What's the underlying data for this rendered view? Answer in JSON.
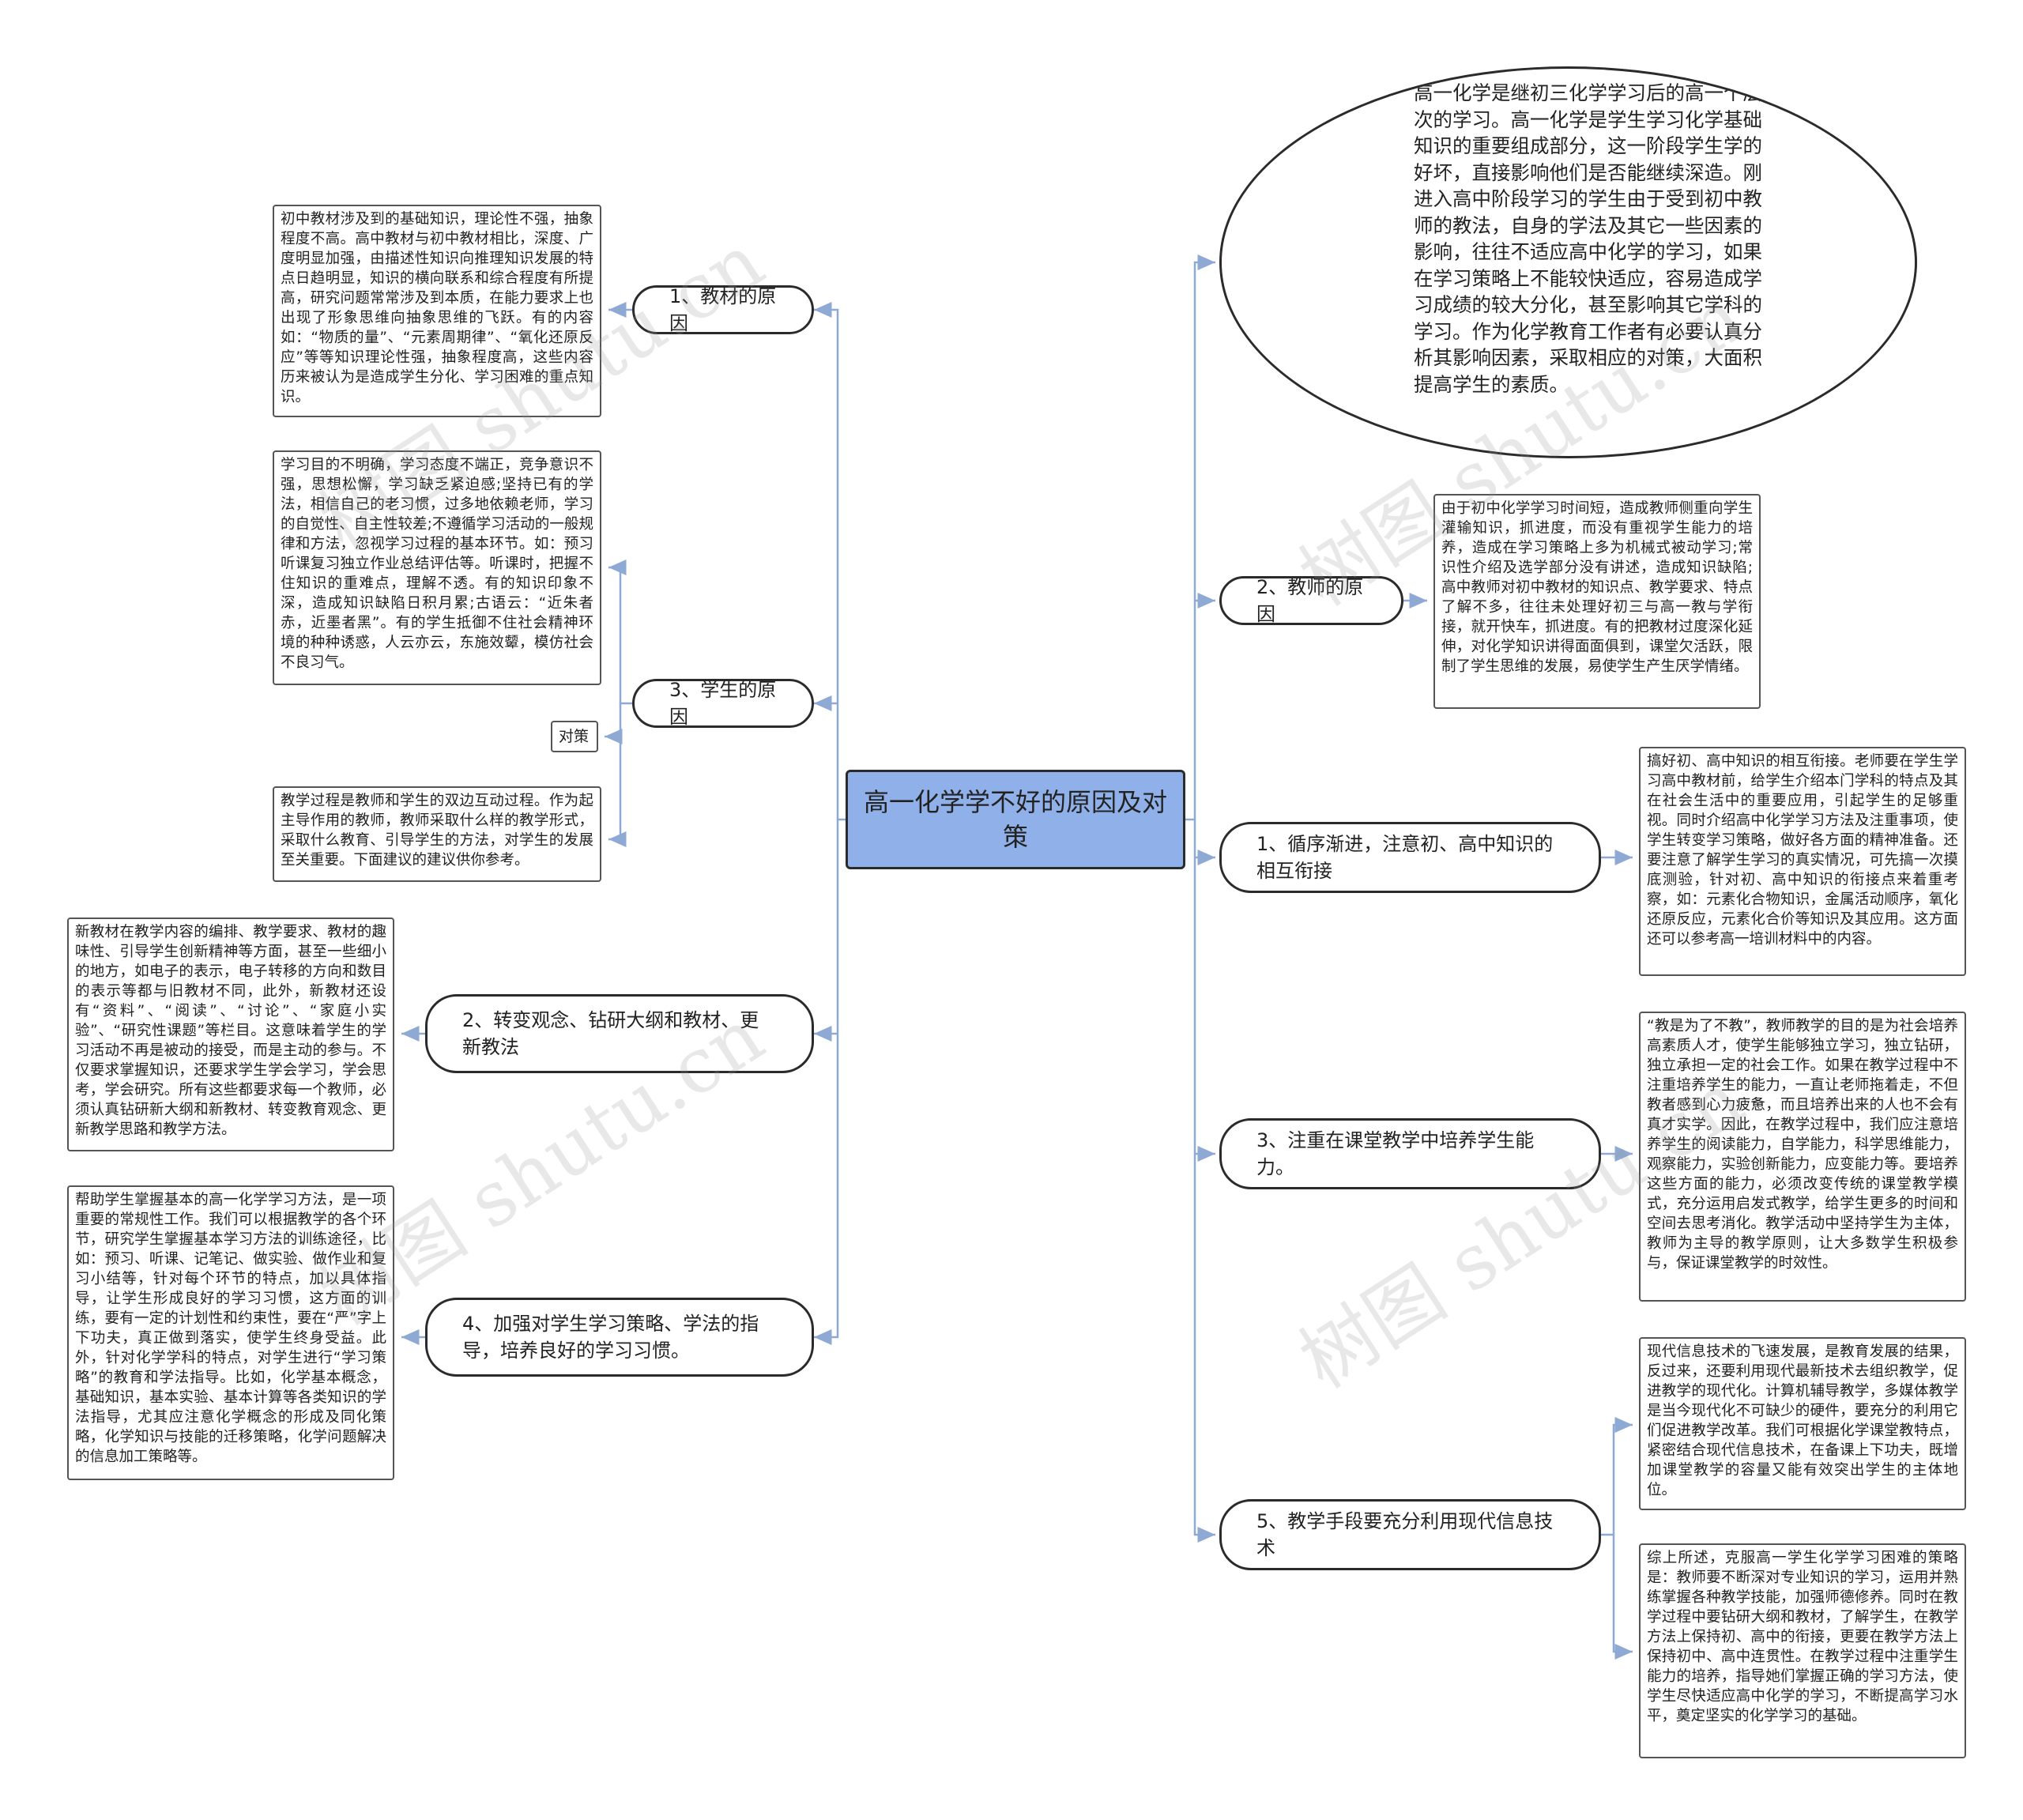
{
  "root": {
    "title": "高一化学学不好的原因及对策"
  },
  "branches": {
    "textbook": "1、教材的原因",
    "student": "3、学生的原因",
    "concept": "2、转变观念、钻研大纲和教材、更新教法",
    "strategy": "4、加强对学生学习策略、学法的指导，培养良好的学习习惯。",
    "teacher": "2、教师的原因",
    "gradual": "1、循序渐进，注意初、高中知识的相互衔接",
    "ability": "3、注重在课堂教学中培养学生能力。",
    "modern": "5、教学手段要充分利用现代信息技术"
  },
  "leaves": {
    "intro": "高一化学是继初三化学学习后的高一个层次的学习。高一化学是学生学习化学基础知识的重要组成部分，这一阶段学生学的好坏，直接影响他们是否能继续深造。刚进入高中阶段学习的学生由于受到初中教师的教法，自身的学法及其它一些因素的影响，往往不适应高中化学的学习，如果在学习策略上不能较快适应，容易造成学习成绩的较大分化，甚至影响其它学科的学习。作为化学教育工作者有必要认真分析其影响因素，采取相应的对策，大面积提高学生的素质。",
    "textbook": "初中教材涉及到的基础知识，理论性不强，抽象程度不高。高中教材与初中教材相比，深度、广度明显加强，由描述性知识向推理知识发展的特点日趋明显，知识的横向联系和综合程度有所提高，研究问题常常涉及到本质，在能力要求上也出现了形象思维向抽象思维的飞跃。有的内容如：“物质的量”、“元素周期律”、“氧化还原反应”等等知识理论性强，抽象程度高，这些内容历来被认为是造成学生分化、学习困难的重点知识。",
    "student": "学习目的不明确，学习态度不端正，竞争意识不强，思想松懈，学习缺乏紧迫感;坚持已有的学法，相信自己的老习惯，过多地依赖老师，学习的自觉性、自主性较差;不遵循学习活动的一般规律和方法，忽视学习过程的基本环节。如：预习听课复习独立作业总结评估等。听课时，把握不住知识的重难点，理解不透。有的知识印象不深，造成知识缺陷日积月累;古语云：“近朱者赤，近墨者黑”。有的学生抵御不住社会精神环境的种种诱惑，人云亦云，东施效颦，模仿社会不良习气。",
    "countermeasure": "对策",
    "process": "教学过程是教师和学生的双边互动过程。作为起主导作用的教师，教师采取什么样的教学形式，采取什么教育、引导学生的方法，对学生的发展至关重要。下面建议的建议供你参考。",
    "concept": "新教材在教学内容的编排、教学要求、教材的趣味性、引导学生创新精神等方面，甚至一些细小的地方，如电子的表示，电子转移的方向和数目的表示等都与旧教材不同，此外，新教材还设有“资料”、“阅读”、“讨论”、“家庭小实验”、“研究性课题”等栏目。这意味着学生的学习活动不再是被动的接受，而是主动的参与。不仅要求掌握知识，还要求学生学会学习，学会思考，学会研究。所有这些都要求每一个教师，必须认真钻研新大纲和新教材、转变教育观念、更新教学思路和教学方法。",
    "strategy": "帮助学生掌握基本的高一化学学习方法，是一项重要的常规性工作。我们可以根据教学的各个环节，研究学生掌握基本学习方法的训练途径，比如：预习、听课、记笔记、做实验、做作业和复习小结等，针对每个环节的特点，加以具体指导，让学生形成良好的学习习惯，这方面的训练，要有一定的计划性和约束性，要在“严”字上下功夫，真正做到落实，使学生终身受益。此外，针对化学学科的特点，对学生进行“学习策略”的教育和学法指导。比如，化学基本概念，基础知识，基本实验、基本计算等各类知识的学法指导，尤其应注意化学概念的形成及同化策略，化学知识与技能的迁移策略，化学问题解决的信息加工策略等。",
    "teacher": "由于初中化学学习时间短，造成教师侧重向学生灌输知识，抓进度，而没有重视学生能力的培养，造成在学习策略上多为机械式被动学习;常识性介绍及选学部分没有讲述，造成知识缺陷;高中教师对初中教材的知识点、教学要求、特点了解不多，往往未处理好初三与高一教与学衔接，就开快车，抓进度。有的把教材过度深化延伸，对化学知识讲得面面俱到，课堂欠活跃，限制了学生思维的发展，易使学生产生厌学情绪。",
    "gradual": "搞好初、高中知识的相互衔接。老师要在学生学习高中教材前，给学生介绍本门学科的特点及其在社会生活中的重要应用，引起学生的足够重视。同时介绍高中化学学习方法及注重事项，使学生转变学习策略，做好各方面的精神准备。还要注意了解学生学习的真实情况，可先搞一次摸底测验，针对初、高中知识的衔接点来着重考察，如：元素化合物知识，金属活动顺序，氧化还原反应，元素化合价等知识及其应用。这方面还可以参考高一培训材料中的内容。",
    "ability": "“教是为了不教”，教师教学的目的是为社会培养高素质人才，使学生能够独立学习，独立钻研，独立承担一定的社会工作。如果在教学过程中不注重培养学生的能力，一直让老师拖着走，不但教者感到心力疲惫，而且培养出来的人也不会有真才实学。因此，在教学过程中，我们应注意培养学生的阅读能力，自学能力，科学思维能力，观察能力，实验创新能力，应变能力等。要培养这些方面的能力，必须改变传统的课堂教学模式，充分运用启发式教学，给学生更多的时间和空间去思考消化。教学活动中坚持学生为主体，教师为主导的教学原则，让大多数学生积极参与，保证课堂教学的时效性。",
    "modern": "现代信息技术的飞速发展，是教育发展的结果，反过来，还要利用现代最新技术去组织教学，促进教学的现代化。计算机辅导教学，多媒体教学是当今现代化不可缺少的硬件，要充分的利用它们促进教学改革。我们可根据化学课堂教特点，紧密结合现代信息技术，在备课上下功夫，既增加课堂教学的容量又能有效突出学生的主体地位。",
    "summary": "综上所述，克服高一学生化学学习困难的策略是：教师要不断深对专业知识的学习，运用并熟练掌握各种教学技能，加强师德修养。同时在教学过程中要钻研大纲和教材，了解学生，在教学方法上保持初、高中的衔接，更要在教学方法上保持初中、高中连贯性。在教学过程中注重学生能力的培养，指导她们掌握正确的学习方法，使学生尽快适应高中化学的学习，不断提高学习水平，奠定坚实的化学学习的基础。"
  },
  "watermark": "树图 shutu.cn",
  "colors": {
    "root_fill": "#8fb0e8",
    "connector": "#8eaad4"
  }
}
